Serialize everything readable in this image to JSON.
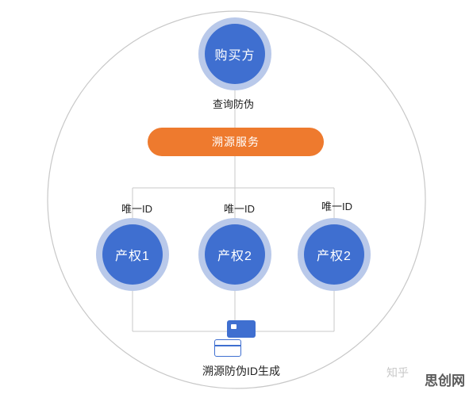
{
  "nodes": {
    "buyer": "购买方",
    "property_1": "产权1",
    "property_2a": "产权2",
    "property_2b": "产权2"
  },
  "labels": {
    "query": "查询防伪",
    "service": "溯源服务",
    "unique_id_1": "唯一ID",
    "unique_id_2": "唯一ID",
    "unique_id_3": "唯一ID",
    "generation": "溯源防伪ID生成"
  },
  "watermark": {
    "zhihu": "知乎",
    "brand": "思创网"
  },
  "colors": {
    "node_blue": "#3f6fd0",
    "node_halo": "#b9c9ea",
    "service_orange": "#ee7a2e",
    "line_gray": "#c8c8c8"
  },
  "icons": [
    "card-icon",
    "card-outline-icon"
  ]
}
